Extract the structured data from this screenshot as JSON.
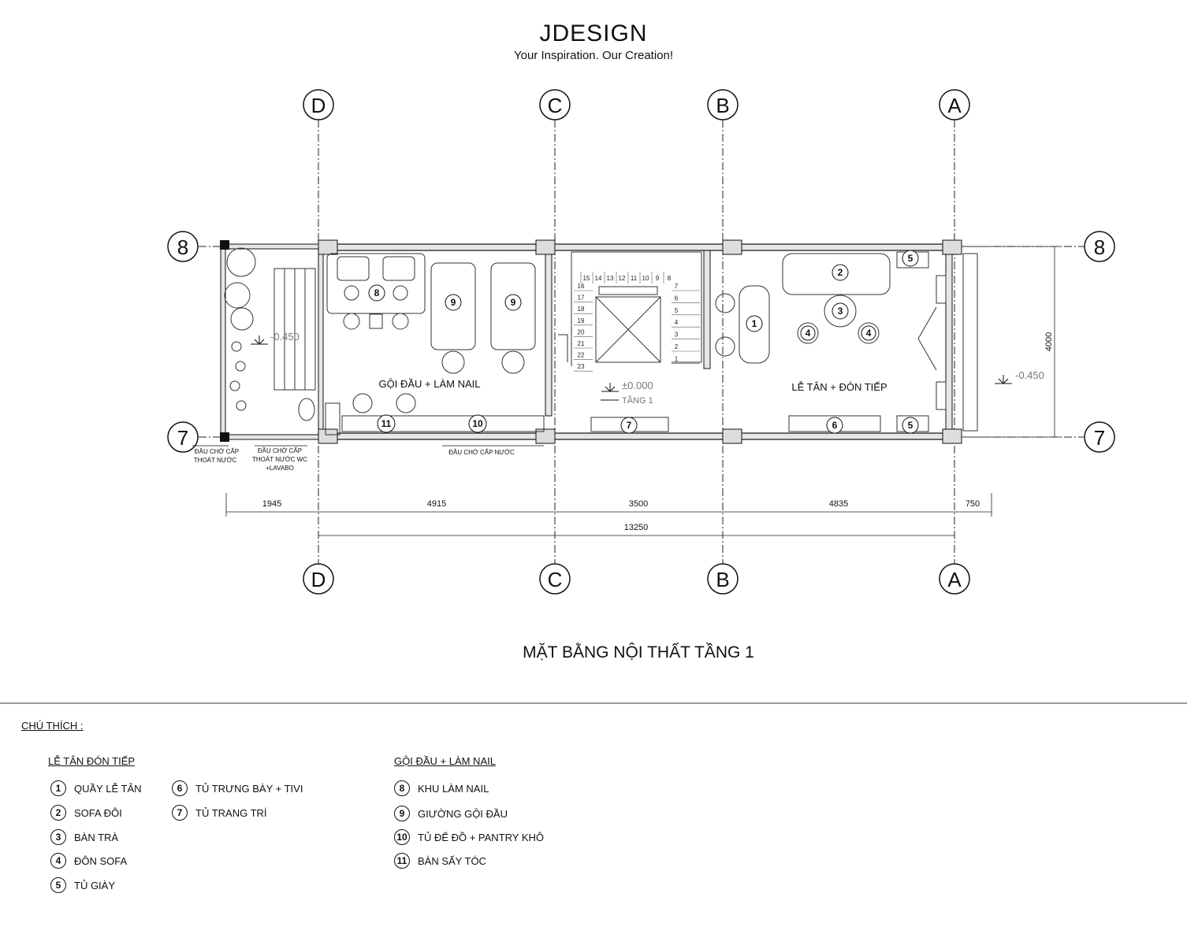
{
  "brand": {
    "name": "JDESIGN",
    "tagline": "Your Inspiration. Our Creation!"
  },
  "grid": {
    "columns": [
      "D",
      "C",
      "B",
      "A"
    ],
    "rows": [
      "8",
      "7"
    ]
  },
  "rooms": {
    "nail": "GỘI ĐẦU + LÀM NAIL",
    "reception": "LỄ TÂN + ĐÓN TIẾP",
    "stair_level": "±0.000",
    "stair_floor": "TẦNG 1",
    "level_left": "-0.450",
    "level_right": "-0.450"
  },
  "stairs": {
    "upper_numbers": [
      "15",
      "14",
      "13",
      "12",
      "11",
      "10",
      "9",
      "8"
    ],
    "left_numbers": [
      "16",
      "17",
      "18",
      "19",
      "20",
      "21",
      "22",
      "23"
    ],
    "right_numbers": [
      "7",
      "6",
      "5",
      "4",
      "3",
      "2",
      "1"
    ]
  },
  "furniture_tags": {
    "t1": "1",
    "t2": "2",
    "t3": "3",
    "t4a": "4",
    "t4b": "4",
    "t5a": "5",
    "t5b": "5",
    "t6": "6",
    "t7": "7",
    "t8": "8",
    "t9a": "9",
    "t9b": "9",
    "t10": "10",
    "t11": "11"
  },
  "notes": {
    "n1a": "ĐẦU CHỜ CẤP",
    "n1b": "THOÁT NƯỚC",
    "n2a": "ĐẦU CHỜ CẤP",
    "n2b": "THOÁT NƯỚC WC",
    "n2c": "+LAVABO",
    "n3": "ĐẦU CHỜ CẤP NƯỚC"
  },
  "dimensions": {
    "d1": "1945",
    "d2": "4915",
    "d3": "3500",
    "d4": "4835",
    "d5": "750",
    "total": "13250",
    "height": "4000"
  },
  "plan_title": "MẶT BẰNG NỘI THẤT TẦNG 1",
  "legend": {
    "title": "CHÚ THÍCH :",
    "group1_title": "LỄ TÂN ĐÓN TIẾP",
    "group2_title": "GỘI ĐẦU + LÀM NAIL",
    "items": [
      {
        "num": "1",
        "label": "QUẦY LỄ TÂN"
      },
      {
        "num": "2",
        "label": "SOFA ĐÔI"
      },
      {
        "num": "3",
        "label": "BÀN TRÀ"
      },
      {
        "num": "4",
        "label": "ĐÔN SOFA"
      },
      {
        "num": "5",
        "label": "TỦ GIÀY"
      },
      {
        "num": "6",
        "label": "TỦ TRƯNG BÀY + TIVI"
      },
      {
        "num": "7",
        "label": "TỦ TRANG TRÍ"
      },
      {
        "num": "8",
        "label": "KHU LÀM NAIL"
      },
      {
        "num": "9",
        "label": "GIƯỜNG GỘI ĐẦU"
      },
      {
        "num": "10",
        "label": "TỦ ĐỂ ĐỒ + PANTRY KHÔ"
      },
      {
        "num": "11",
        "label": "BÀN SẤY TÓC"
      }
    ]
  }
}
